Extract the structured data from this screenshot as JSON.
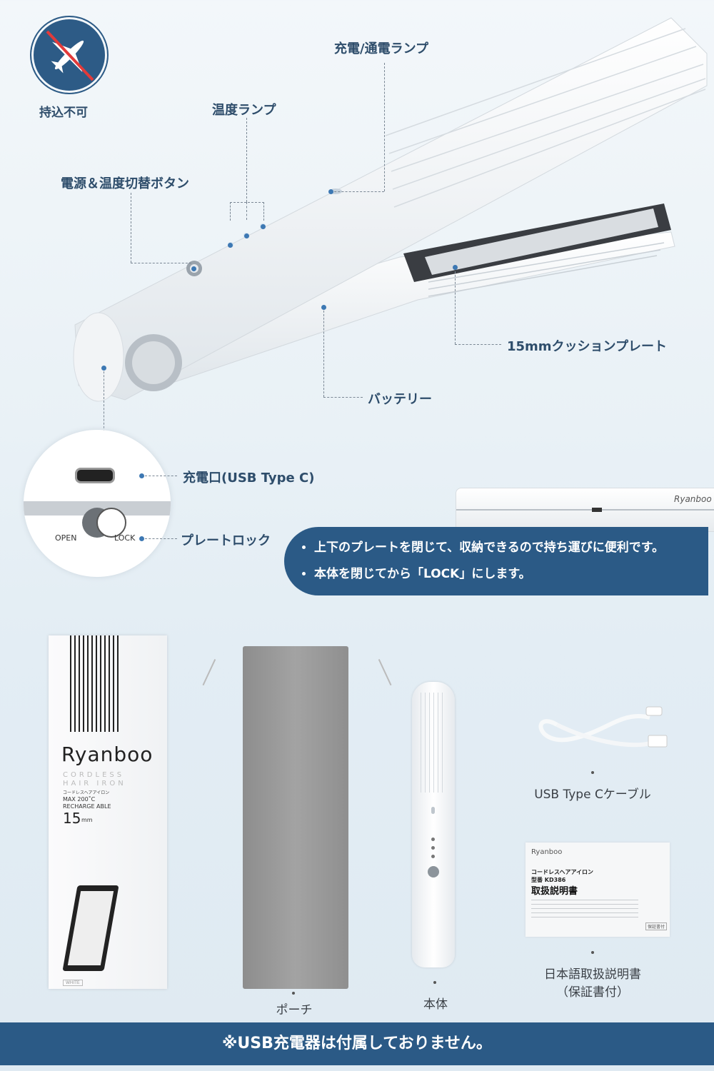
{
  "badge": {
    "icon": "no-airplane-icon",
    "label": "持込不可"
  },
  "callouts": {
    "charge_lamp": "充電/通電ランプ",
    "temp_lamp": "温度ランプ",
    "power_button": "電源＆温度切替ボタン",
    "plate": "15mmクッションプレート",
    "battery": "バッテリー",
    "usb_port": "充電口(USB Type C)",
    "plate_lock": "プレートロック"
  },
  "lock_switch": {
    "open": "OPEN",
    "lock": "LOCK"
  },
  "side_logo": "Ryanboo",
  "banner": {
    "items": [
      "上下のプレートを閉じて、収納できるので持ち運びに便利です。",
      "本体を閉じてから「LOCK」にします。"
    ]
  },
  "box": {
    "brand": "Ryanboo",
    "line1": "CORDLESS",
    "line2": "HAIR IRON",
    "jp": "コードレスヘアアイロン",
    "spec1": "MAX 200˚C",
    "spec2": "RECHARGE ABLE",
    "size": "15",
    "unit": "mm",
    "color": "WHITE"
  },
  "manual": {
    "brand": "Ryanboo",
    "title1": "コードレスヘアアイロン",
    "model": "型番 KD386",
    "title": "取扱説明書",
    "warranty": "保証書付"
  },
  "items": {
    "pouch": "ポーチ",
    "body": "本体",
    "cable": "USB  Type Cケーブル",
    "manual_line1": "日本語取扱説明書",
    "manual_line2": "（保証書付）"
  },
  "footer": "※USB充電器は付属しておりません。",
  "colors": {
    "accent": "#2b5a86",
    "label": "#2e4d6b",
    "background": "#eef4f8"
  }
}
